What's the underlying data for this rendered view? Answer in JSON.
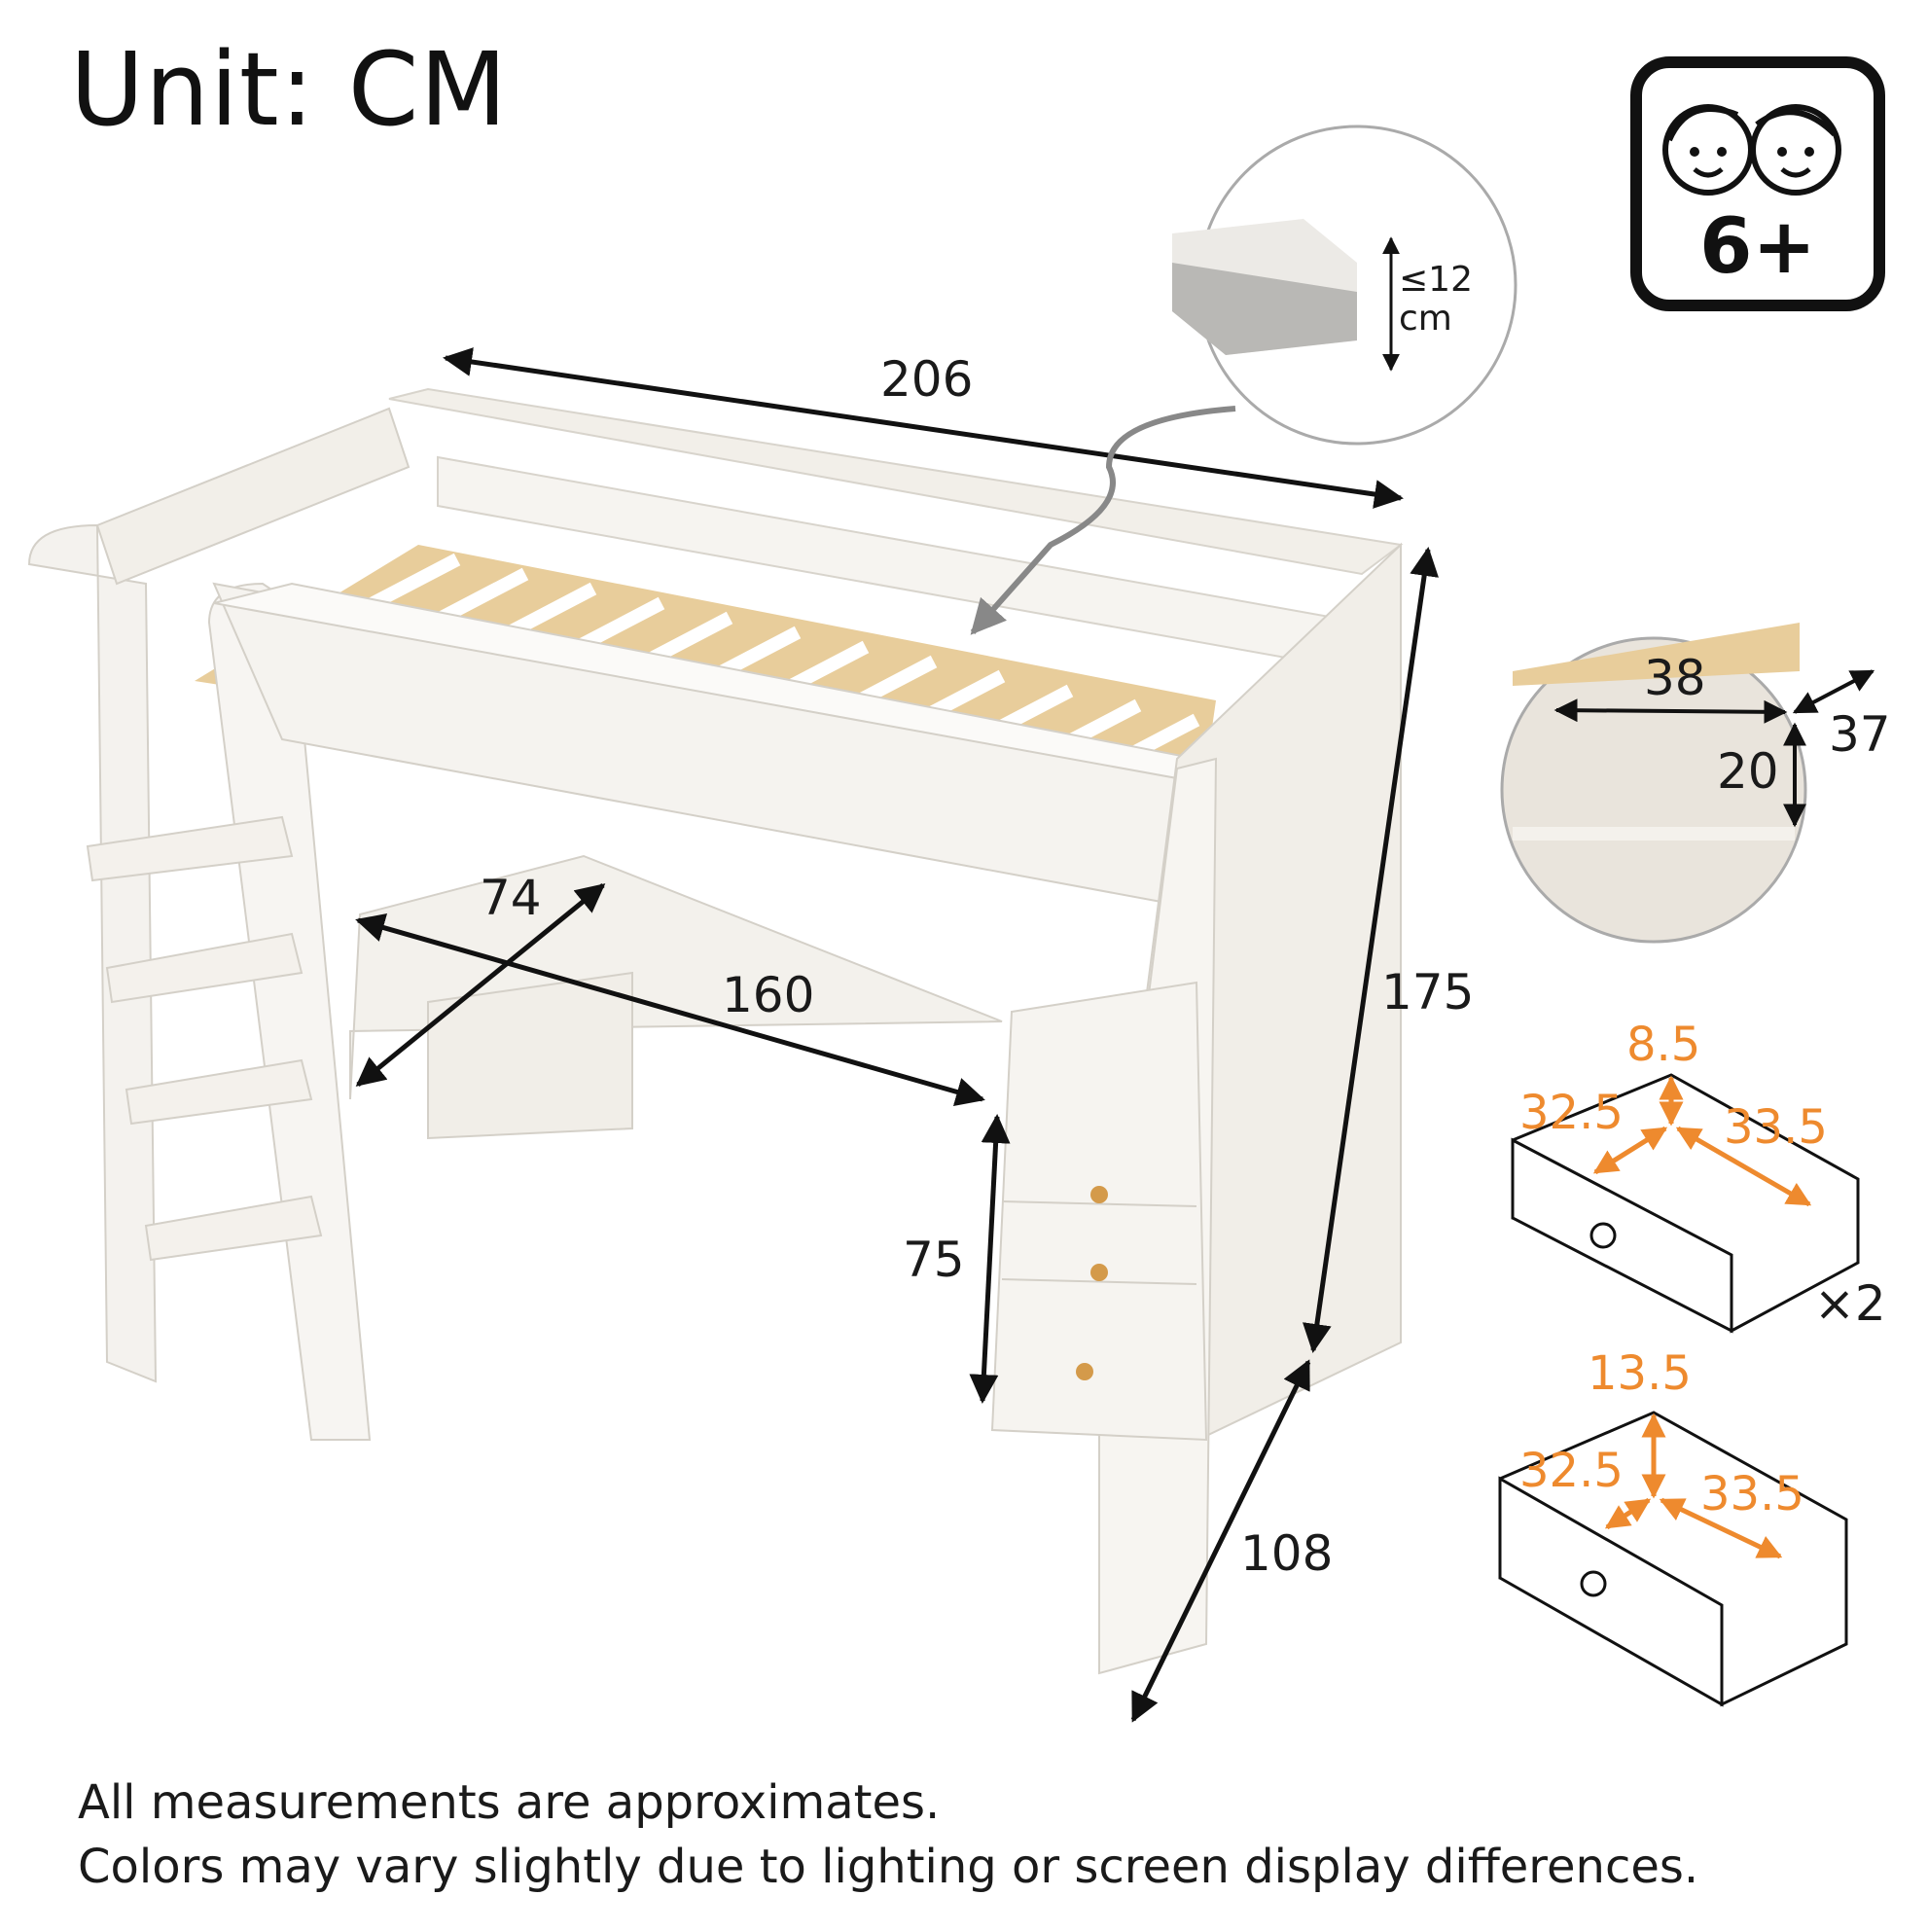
{
  "title": "Unit: CM",
  "age_badge": {
    "label": "6+",
    "icon": "two-children-faces-icon"
  },
  "mattress_callout": {
    "label": "≤12 cm",
    "line1": "≤12",
    "line2": "cm"
  },
  "bed_dimensions": {
    "length": "206",
    "height": "175",
    "width": "108",
    "desk_length": "160",
    "desk_depth": "74",
    "desk_height": "75"
  },
  "shelf_callout": {
    "width": "38",
    "depth": "37",
    "height": "20"
  },
  "drawer_small": {
    "height": "8.5",
    "width": "32.5",
    "depth": "33.5",
    "quantity": "×2"
  },
  "drawer_large": {
    "height": "13.5",
    "width": "32.5",
    "depth": "33.5"
  },
  "footer": {
    "line1": "All measurements are approximates.",
    "line2": "Colors may vary slightly due to lighting or screen display differences."
  },
  "colors": {
    "accent_orange": "#ee8a2e",
    "frame_white": "#f2efe9",
    "slat_wood": "#e8cd9b",
    "dark": "#1a1a1a"
  }
}
